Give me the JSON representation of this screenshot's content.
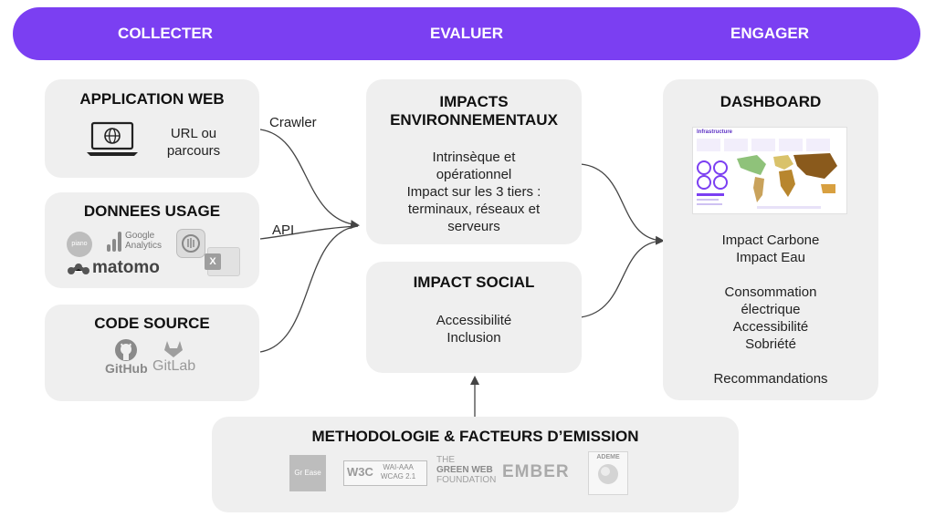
{
  "header": {
    "steps": [
      "COLLECTER",
      "EVALUER",
      "ENGAGER"
    ]
  },
  "collect": {
    "web_app": {
      "title": "APPLICATION WEB",
      "text_line1": "URL ou",
      "text_line2": "parcours",
      "icon": "laptop-globe-icon"
    },
    "usage": {
      "title": "DONNEES USAGE",
      "logos": [
        "piano",
        "Google",
        "Analytics",
        "matomo",
        "X"
      ]
    },
    "source": {
      "title": "CODE SOURCE",
      "logos": [
        "GitHub",
        "GitLab"
      ]
    }
  },
  "flow_labels": {
    "crawler": "Crawler",
    "api": "API"
  },
  "evaluate": {
    "environmental": {
      "title_line1": "IMPACTS",
      "title_line2": "ENVIRONNEMENTAUX",
      "lines": [
        "Intrinsèque et",
        "opérationnel",
        "Impact sur les 3 tiers :",
        "terminaux, réseaux et",
        "serveurs"
      ]
    },
    "social": {
      "title": "IMPACT SOCIAL",
      "lines": [
        "Accessibilité",
        "Inclusion"
      ]
    }
  },
  "engage": {
    "title": "DASHBOARD",
    "preview_title": "Infrastructure",
    "lines": [
      "Impact Carbone",
      "Impact Eau",
      "",
      "Consommation",
      "électrique",
      "Accessibilité",
      "Sobriété",
      "",
      "Recommandations"
    ]
  },
  "methodology": {
    "title": "METHODOLOGIE & FACTEURS D’EMISSION",
    "logos": [
      "Gr Ease",
      "W3C",
      "WAI-AAA",
      "WCAG 2.1",
      "THE",
      "GREEN WEB",
      "FOUNDATION",
      "EMBER",
      "ADEME"
    ]
  },
  "colors": {
    "accent": "#7b3ff2",
    "box": "#efefef",
    "arrow": "#444444"
  }
}
